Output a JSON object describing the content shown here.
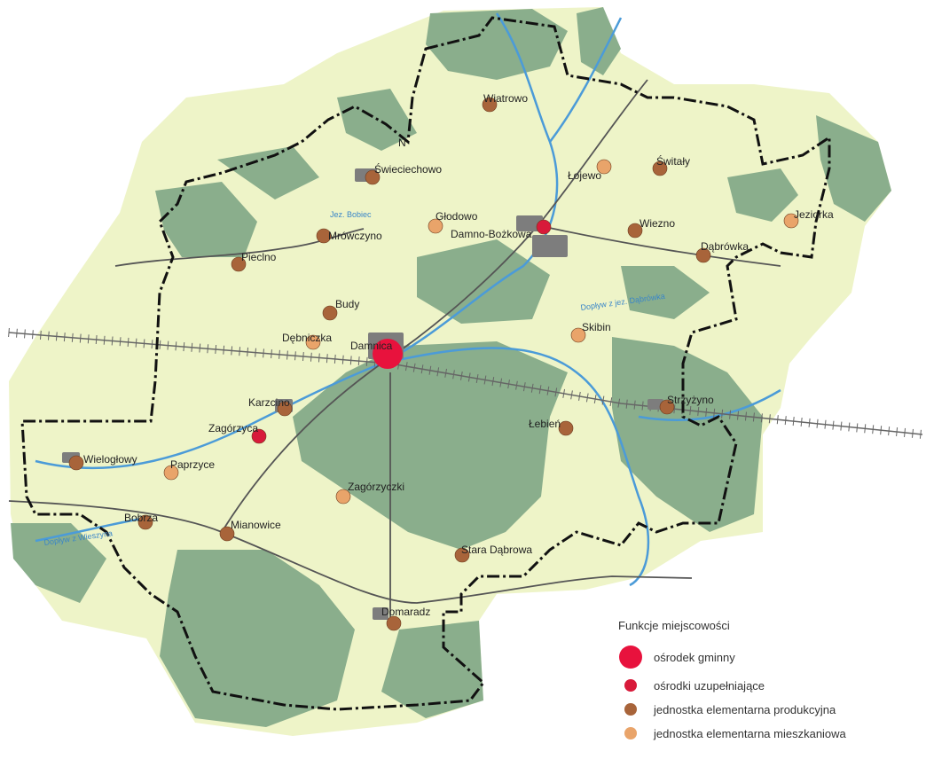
{
  "colors": {
    "land": "#eef4c8",
    "forest": "#8aae8c",
    "water": "#4b9bd8",
    "boundary": "#111111",
    "road": "#555555",
    "railway": "#666666",
    "settlement": "#7d7d7d",
    "osrodek_gminny": "#e8123d",
    "osrodki_uzupelniajace": "#d81a3a",
    "produkcyjna": "#a8643a",
    "mieszkaniowa": "#e9a46a"
  },
  "towns": [
    {
      "name": "Wiatrowo",
      "category": "produkcyjna"
    },
    {
      "name": "Świeciechowo",
      "category": "produkcyjna"
    },
    {
      "name": "Łojewo",
      "category": "mieszkaniowa"
    },
    {
      "name": "Świtały",
      "category": "produkcyjna"
    },
    {
      "name": "Jeziorka",
      "category": "mieszkaniowa"
    },
    {
      "name": "Głodowo",
      "category": "mieszkaniowa"
    },
    {
      "name": "Damno-Bożkowa",
      "category": "osrodki_uzupelniajace"
    },
    {
      "name": "Wiezno",
      "category": "produkcyjna"
    },
    {
      "name": "Mrówczyno",
      "category": "produkcyjna"
    },
    {
      "name": "Dąbrówka",
      "category": "produkcyjna"
    },
    {
      "name": "Pieclno",
      "category": "produkcyjna"
    },
    {
      "name": "Budy",
      "category": "produkcyjna"
    },
    {
      "name": "Dębniczka",
      "category": "mieszkaniowa"
    },
    {
      "name": "Skibin",
      "category": "mieszkaniowa"
    },
    {
      "name": "Damnica",
      "category": "osrodek_gminny"
    },
    {
      "name": "Karzcino",
      "category": "produkcyjna"
    },
    {
      "name": "Strzyżyno",
      "category": "produkcyjna"
    },
    {
      "name": "Łebień",
      "category": "produkcyjna"
    },
    {
      "name": "Zagórzyca",
      "category": "osrodki_uzupelniajace"
    },
    {
      "name": "Wielogłowy",
      "category": "produkcyjna"
    },
    {
      "name": "Paprzyce",
      "category": "mieszkaniowa"
    },
    {
      "name": "Zagórzyczki",
      "category": "mieszkaniowa"
    },
    {
      "name": "Bobrza",
      "category": "produkcyjna"
    },
    {
      "name": "Mianowice",
      "category": "produkcyjna"
    },
    {
      "name": "Stara Dąbrowa",
      "category": "produkcyjna"
    },
    {
      "name": "Domaradz",
      "category": "produkcyjna"
    }
  ],
  "water_labels": [
    "Jez. Bobiec",
    "Dopływ z jez. Dąbrówka",
    "Dopływ z Wieszyna"
  ],
  "north_label": "N",
  "legend": {
    "title": "Funkcje miejscowości",
    "items": [
      {
        "label": "ośrodek gminny",
        "category": "osrodek_gminny"
      },
      {
        "label": "ośrodki uzupełniające",
        "category": "osrodki_uzupelniajace"
      },
      {
        "label": "jednostka elementarna produkcyjna",
        "category": "produkcyjna"
      },
      {
        "label": "jednostka elementarna mieszkaniowa",
        "category": "mieszkaniowa"
      }
    ]
  }
}
